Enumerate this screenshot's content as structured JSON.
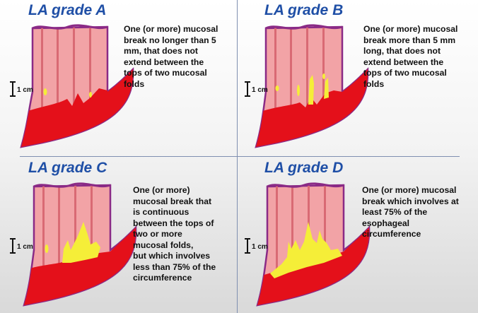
{
  "panels": [
    {
      "id": "a",
      "title": "LA grade A",
      "description": "One (or more) mucosal\nbreak no longer than 5\nmm, that does not\nextend between the\ntops of two mucosal\nfolds",
      "scale_label": "1 cm"
    },
    {
      "id": "b",
      "title": "LA grade B",
      "description": "One (or more) mucosal\nbreak more than 5 mm\nlong, that does not\nextend between the\ntops of two mucosal\nfolds",
      "scale_label": "1 cm"
    },
    {
      "id": "c",
      "title": "LA grade C",
      "description": "One (or more)\nmucosal break that\nis continuous\nbetween the tops of\ntwo or more\nmucosal folds,\nbut which involves\nless than 75% of the\ncircumference",
      "scale_label": "1 cm"
    },
    {
      "id": "d",
      "title": "LA grade D",
      "description": "One (or more) mucosal\nbreak which involves at\nleast 75% of the\nesophageal\ncircumference",
      "scale_label": "1 cm"
    }
  ],
  "colors": {
    "title": "#1f4fa6",
    "esophagus_pink": "#f2a3a6",
    "stomach_red": "#e4101a",
    "mucosal_break_yellow": "#f5ee38",
    "outline_purple": "#8a2a86"
  }
}
